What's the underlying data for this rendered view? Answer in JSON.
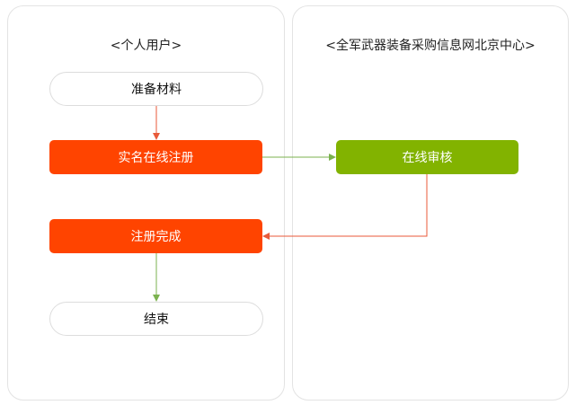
{
  "lanes": {
    "left_title": "<个人用户>",
    "right_title": "<全军武器装备采购信息网北京中心>"
  },
  "nodes": {
    "prepare": "准备材料",
    "register": "实名在线注册",
    "review": "在线审核",
    "done": "注册完成",
    "end": "结束"
  },
  "colors": {
    "accent_red": "#ff4400",
    "accent_green": "#82b300",
    "connector_red": "#e85a3a",
    "connector_green": "#7bb24f",
    "lane_border": "#e3e3e3"
  }
}
